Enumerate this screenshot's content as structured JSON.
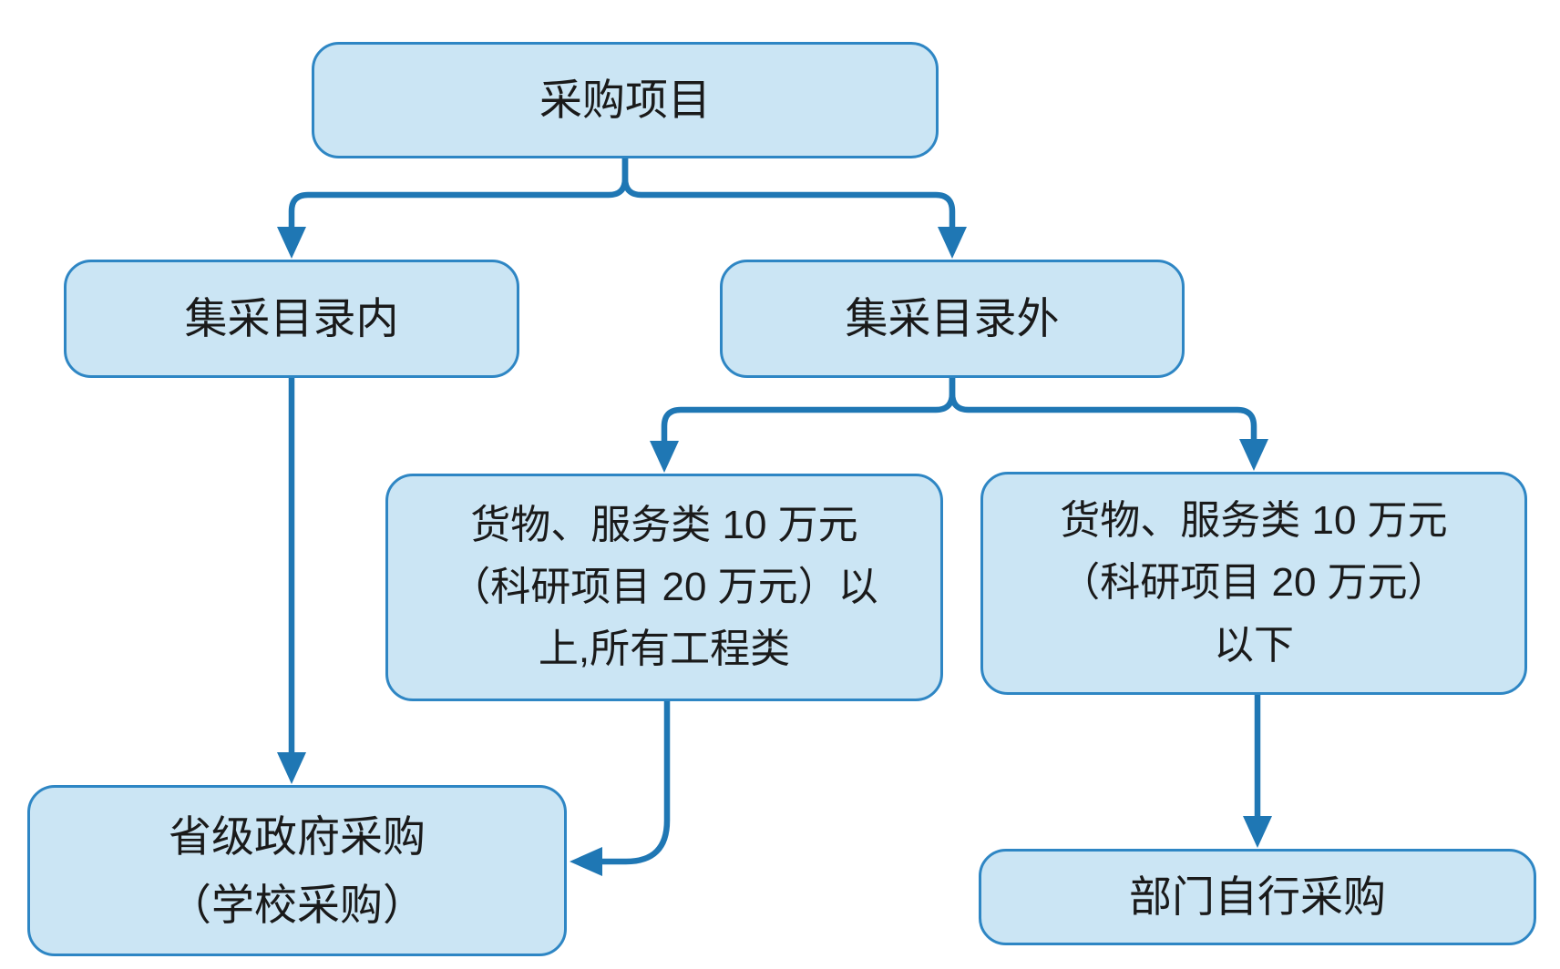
{
  "colors": {
    "box_fill": "#cbe5f4",
    "box_border": "#2e86c4",
    "connector": "#1f77b4",
    "text": "#1a1a1a"
  },
  "nodes": {
    "root": {
      "label": "采购项目"
    },
    "in_catalog": {
      "label": "集采目录内"
    },
    "out_catalog": {
      "label": "集采目录外"
    },
    "above_threshold": {
      "line1": "货物、服务类 10 万元",
      "line2": "（科研项目 20 万元）以",
      "line3": "上,所有工程类"
    },
    "below_threshold": {
      "line1": "货物、服务类 10 万元",
      "line2": "（科研项目 20 万元）",
      "line3": "以下"
    },
    "provincial": {
      "line1": "省级政府采购",
      "line2": "（学校采购）"
    },
    "department": {
      "label": "部门自行采购"
    }
  },
  "edges": [
    {
      "from": "root",
      "to": "in_catalog"
    },
    {
      "from": "root",
      "to": "out_catalog"
    },
    {
      "from": "in_catalog",
      "to": "provincial"
    },
    {
      "from": "out_catalog",
      "to": "above_threshold"
    },
    {
      "from": "out_catalog",
      "to": "below_threshold"
    },
    {
      "from": "above_threshold",
      "to": "provincial"
    },
    {
      "from": "below_threshold",
      "to": "department"
    }
  ]
}
